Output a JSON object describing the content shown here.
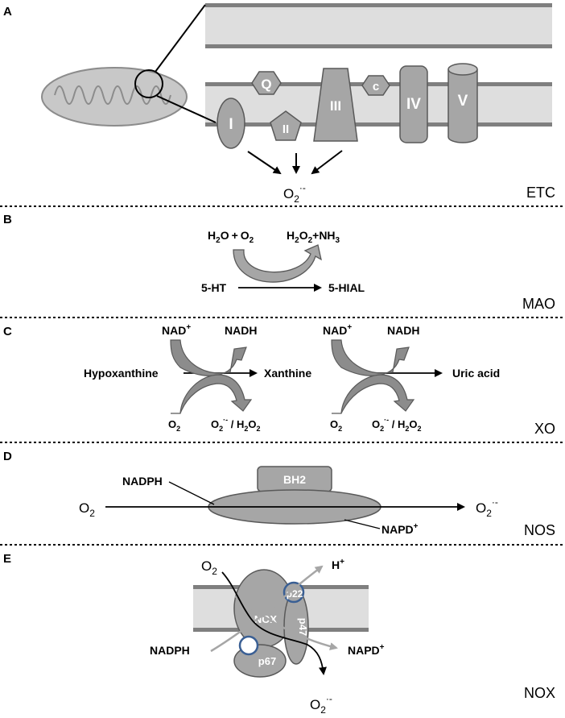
{
  "panels": {
    "a": {
      "letter": "A",
      "name": "ETC",
      "complexes": [
        "I",
        "II",
        "III",
        "IV",
        "V"
      ],
      "carriers": [
        "Q",
        "c"
      ],
      "product": "O",
      "product_sub": "2",
      "product_sup": "·-"
    },
    "b": {
      "letter": "B",
      "name": "MAO",
      "substrate": "5-HT",
      "product": "5-HIAL",
      "cosub_left": "H",
      "cosub_left_sub": "2",
      "cosub_left_rest": "O",
      "cosub_plus": "+",
      "cosub_o": "O",
      "cosub_o_sub": "2",
      "coprod_h": "H",
      "coprod_sub1": "2",
      "coprod_o": "O",
      "coprod_sub2": "2",
      "coprod_rest": "+NH",
      "coprod_sub3": "3"
    },
    "c": {
      "letter": "C",
      "name": "XO",
      "s1": "Hypoxanthine",
      "s2": "Xanthine",
      "s3": "Uric acid",
      "nad": "NAD",
      "nad_sup": "+",
      "nadh": "NADH",
      "o": "O",
      "o_sub": "2",
      "ros_o": "O",
      "ros_sub": "2",
      "ros_sup": "·-",
      "ros_sep": " / H",
      "ros_sub2": "2",
      "ros_o2": "O",
      "ros_sub3": "2"
    },
    "d": {
      "letter": "D",
      "name": "NOS",
      "cofactor": "BH2",
      "donor": "NADPH",
      "acceptor": "NAPD",
      "acceptor_sup": "+",
      "input": "O",
      "input_sub": "2",
      "output": "O",
      "output_sub": "2",
      "output_sup": "·-"
    },
    "e": {
      "letter": "E",
      "name": "NOX",
      "subunits": [
        "NOX",
        "p22",
        "p47",
        "p67"
      ],
      "input": "O",
      "input_sub": "2",
      "proton": "H",
      "proton_sup": "+",
      "donor": "NADPH",
      "acceptor": "NAPD",
      "acceptor_sup": "+",
      "output": "O",
      "output_sub": "2",
      "output_sup": "·-"
    }
  }
}
